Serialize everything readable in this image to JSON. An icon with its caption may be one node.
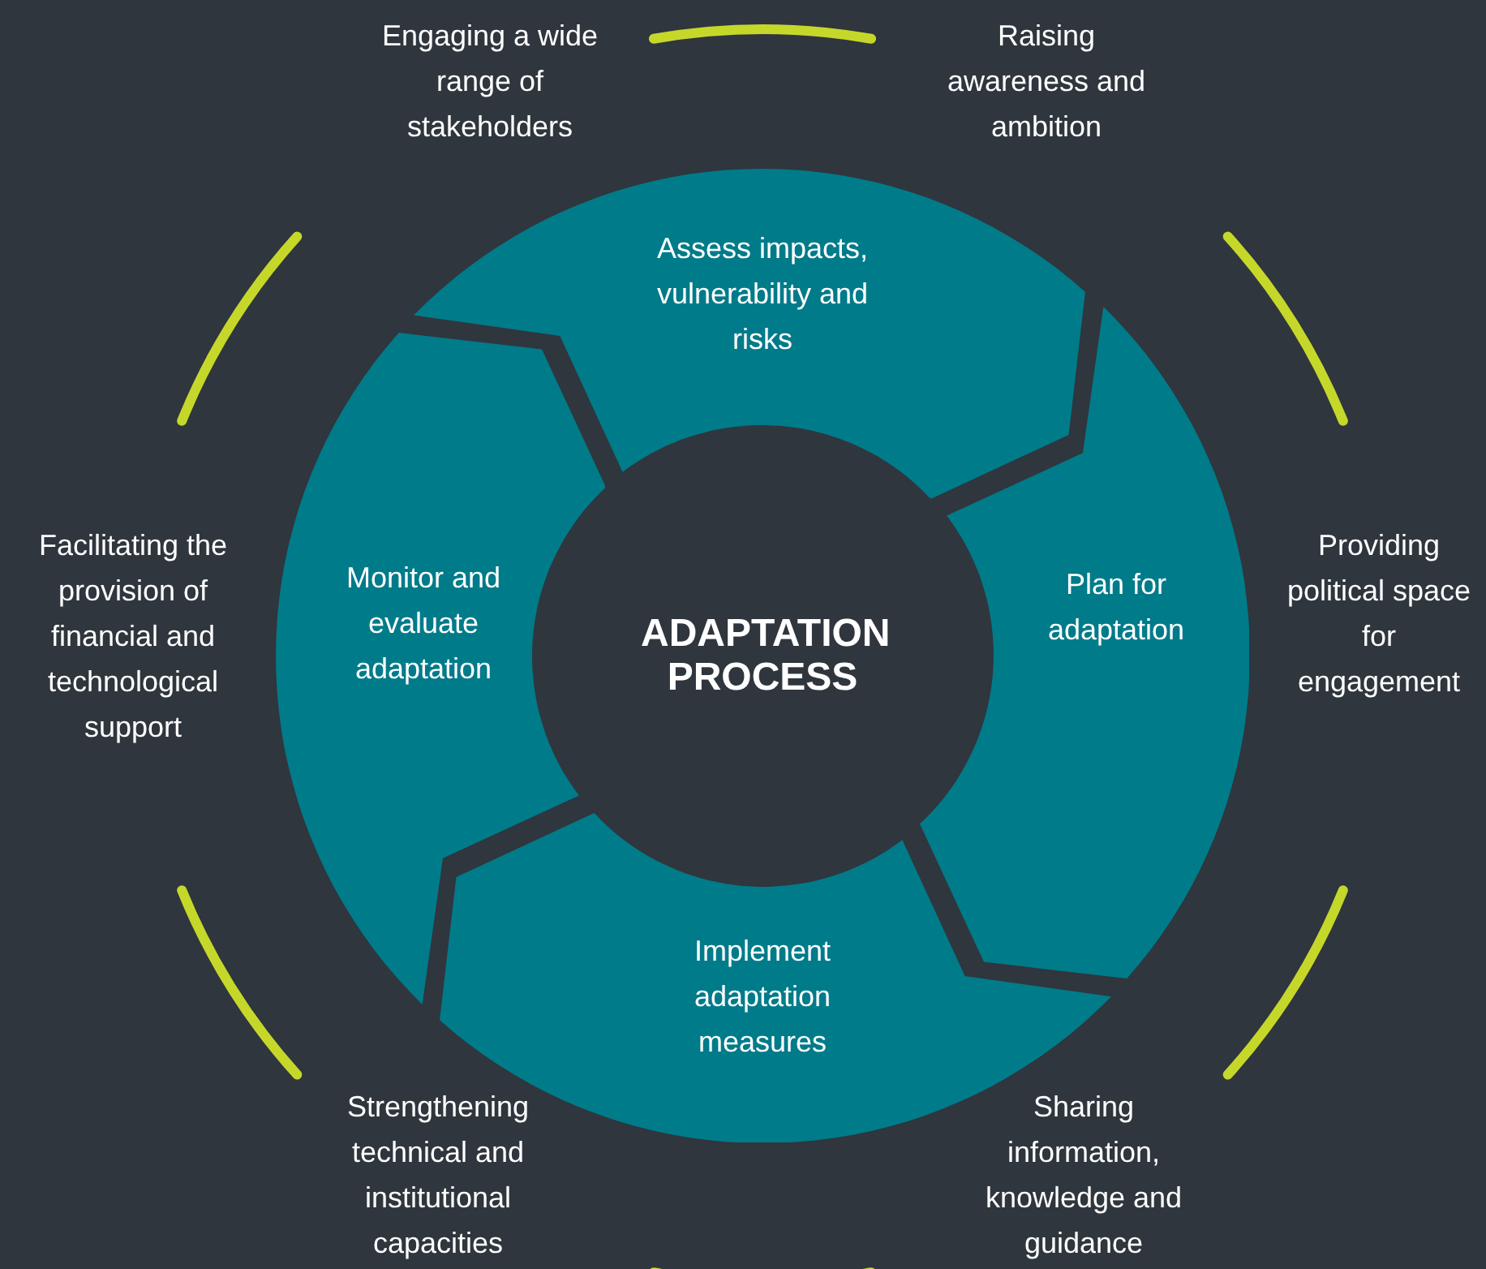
{
  "diagram": {
    "nodes": [
      {
        "text": [
          "Assess impacts, vulnerability and risks"
        ]
      },
      {
        "text": [
          "Plan for adaptation"
        ]
      },
      {
        "text": [
          "Implement adaptation measures"
        ]
      },
      {
        "text": [
          "Monitor and evaluate adaptation"
        ]
      },
      {
        "text": [
          "ADAPTATION PROCESS"
        ]
      }
    ],
    "edges": [],
    "labels": [
      "Engaging a wide range of stakeholders",
      "Raising awareness and ambition",
      "Facilitating the provision of financial and technological support",
      "Providing political space for engagement",
      "Strengthening technical and institutional capacities",
      "Sharing information, knowledge and guidance"
    ]
  }
}
